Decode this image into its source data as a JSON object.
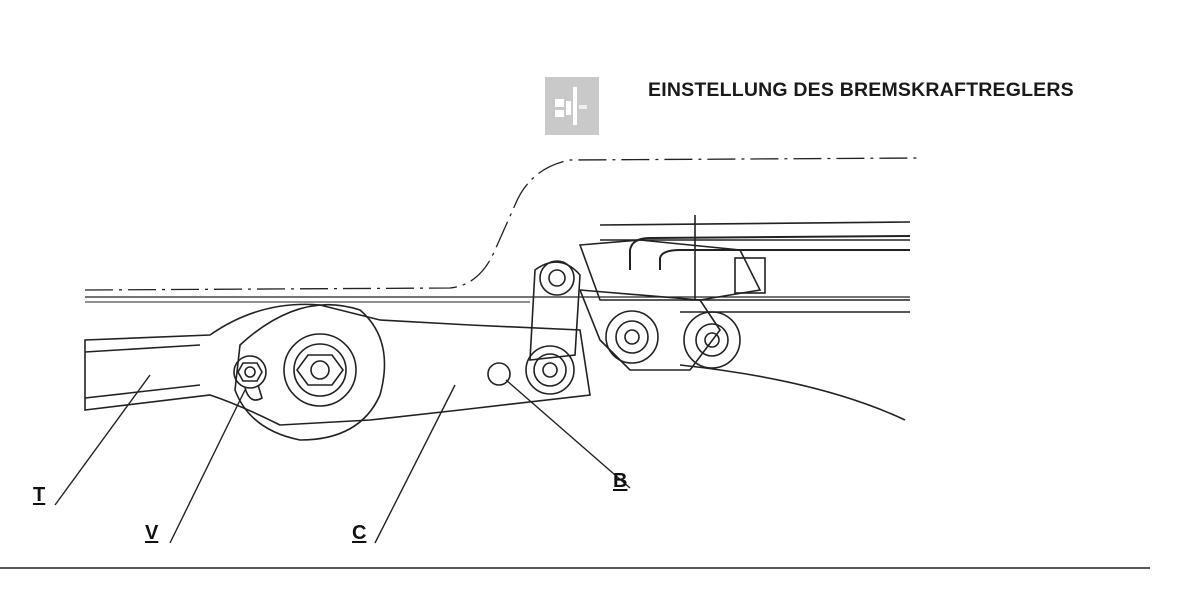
{
  "header": {
    "title": "EINSTELLUNG DES BREMSKRAFTREGLERS",
    "icon": "brake-regulator-icon"
  },
  "callouts": {
    "T": "T",
    "V": "V",
    "C": "C",
    "B": "B"
  }
}
